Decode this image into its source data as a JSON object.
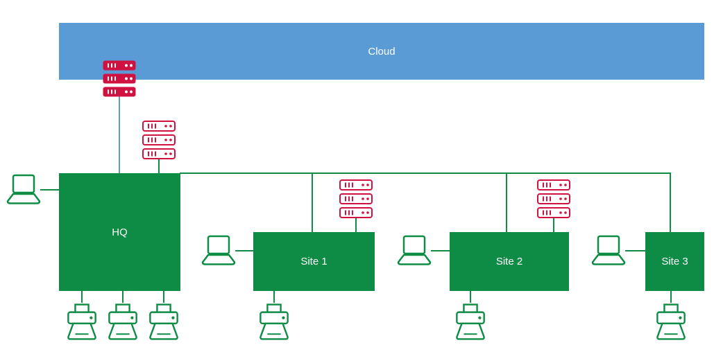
{
  "cloud": {
    "label": "Cloud"
  },
  "nodes": {
    "hq": {
      "label": "HQ"
    },
    "site1": {
      "label": "Site 1"
    },
    "site2": {
      "label": "Site 2"
    },
    "site3": {
      "label": "Site 3"
    }
  },
  "devices": {
    "cloud_server_stack": "server-rack-icon",
    "hq_server_stack": "server-rack-icon",
    "site1_server_stack": "server-rack-icon",
    "site2_server_stack": "server-rack-icon",
    "laptop_count": 4,
    "laptop_icon": "laptop-icon",
    "printer_icon": "printer-icon",
    "printers_hq": 3,
    "printers_site1": 1,
    "printers_site2": 1,
    "printers_site3": 1
  },
  "colors": {
    "cloud_blue": "#5b9bd5",
    "node_green": "#0e8b45",
    "server_red": "#d01240",
    "label_white": "#ffffff"
  }
}
